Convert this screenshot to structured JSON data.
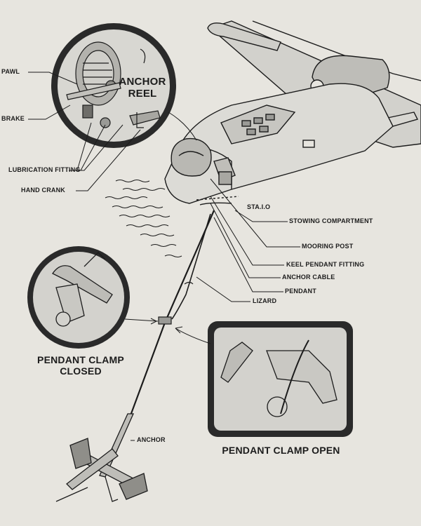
{
  "labels": {
    "pawl": "PAWL",
    "brake": "BRAKE",
    "lubrication_fitting": "LUBRICATION FITTING",
    "hand_crank": "HAND CRANK",
    "anchor_reel_line1": "ANCHOR",
    "anchor_reel_line2": "REEL",
    "sta": "STA.I.O",
    "stowing_compartment": "STOWING COMPARTMENT",
    "mooring_post": "MOORING POST",
    "keel_pendant_fitting": "KEEL PENDANT FITTING",
    "anchor_cable": "ANCHOR CABLE",
    "pendant": "PENDANT",
    "lizard": "LIZARD",
    "anchor": "ANCHOR",
    "clamp_closed_line1": "PENDANT CLAMP",
    "clamp_closed_line2": "CLOSED",
    "clamp_open": "PENDANT CLAMP OPEN"
  },
  "colors": {
    "paper": "#e7e5df",
    "ink": "#1c1c1c",
    "shade": "#9a9a96",
    "light_shade": "#c9c8c3"
  }
}
